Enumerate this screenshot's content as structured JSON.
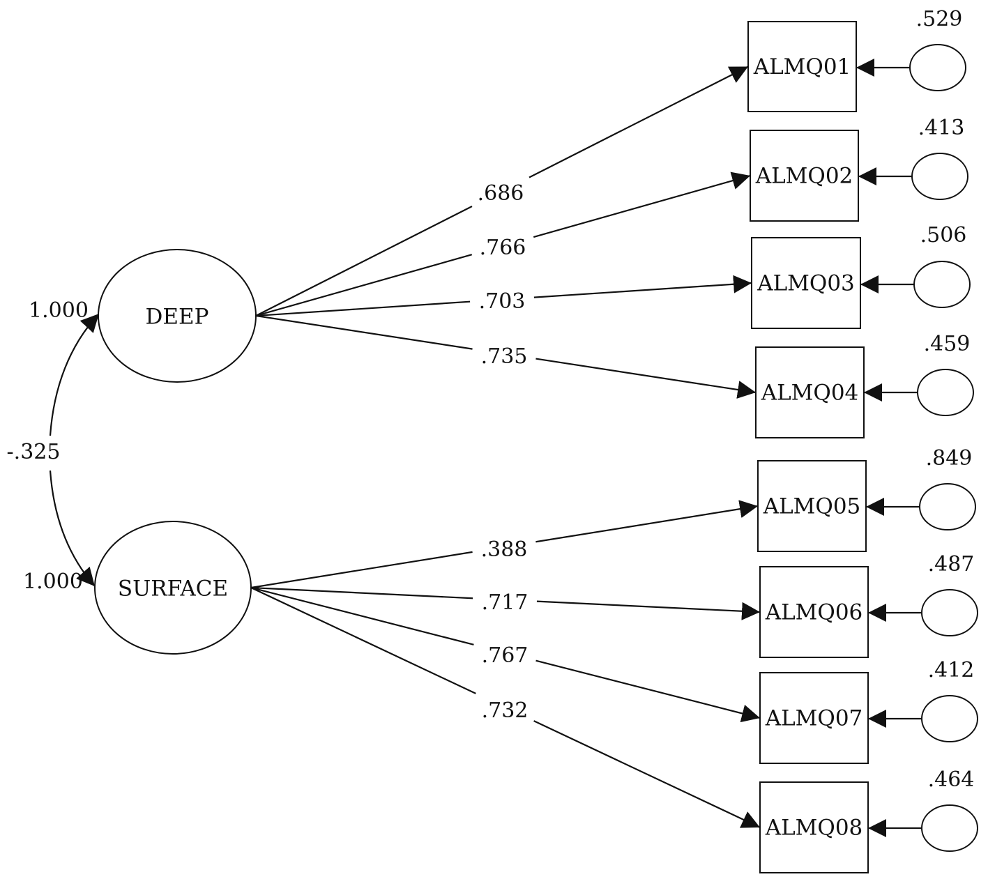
{
  "latents": [
    {
      "id": "deep",
      "label": "DEEP",
      "variance": "1.000"
    },
    {
      "id": "surface",
      "label": "SURFACE",
      "variance": "1.000"
    }
  ],
  "correlation": {
    "between": [
      "DEEP",
      "SURFACE"
    ],
    "value": "-.325"
  },
  "indicators": [
    {
      "label": "ALMQ01",
      "factor": "DEEP",
      "loading": ".686",
      "error_value": ".529"
    },
    {
      "label": "ALMQ02",
      "factor": "DEEP",
      "loading": ".766",
      "error_value": ".413"
    },
    {
      "label": "ALMQ03",
      "factor": "DEEP",
      "loading": ".703",
      "error_value": ".506"
    },
    {
      "label": "ALMQ04",
      "factor": "DEEP",
      "loading": ".735",
      "error_value": ".459"
    },
    {
      "label": "ALMQ05",
      "factor": "SURFACE",
      "loading": ".388",
      "error_value": ".849"
    },
    {
      "label": "ALMQ06",
      "factor": "SURFACE",
      "loading": ".717",
      "error_value": ".487"
    },
    {
      "label": "ALMQ07",
      "factor": "SURFACE",
      "loading": ".767",
      "error_value": ".412"
    },
    {
      "label": "ALMQ08",
      "factor": "SURFACE",
      "loading": ".732",
      "error_value": ".464"
    }
  ]
}
